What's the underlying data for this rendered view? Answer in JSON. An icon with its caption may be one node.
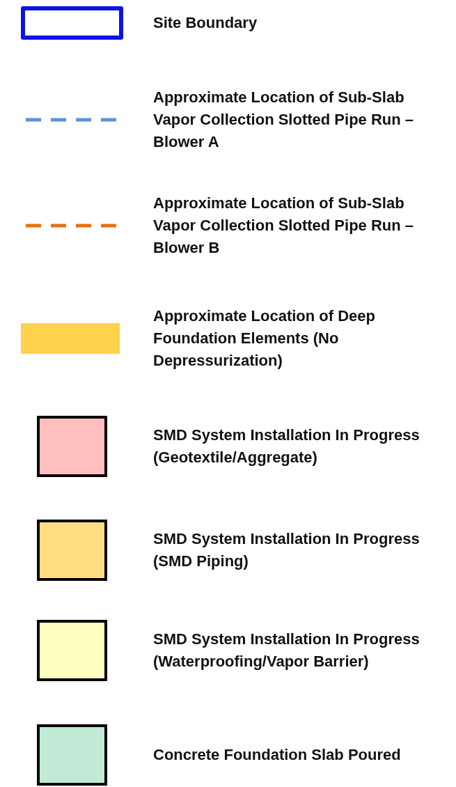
{
  "diagram": {
    "legend": [
      {
        "text": "Site Boundary"
      },
      {
        "text": "Approximate Location of Sub-Slab Vapor Collection Slotted Pipe Run – Blower A"
      },
      {
        "text": "Approximate Location of Sub-Slab Vapor Collection Slotted Pipe Run – Blower B"
      },
      {
        "text": "Approximate Location of Deep Foundation Elements (No Depressurization)",
        "color": "#ffd24d"
      },
      {
        "text": "SMD System Installation In Progress (Geotextile/Aggregate)",
        "color": "#ffbfbf"
      },
      {
        "text": "SMD System Installation In Progress (SMD Piping)",
        "color": "#ffdd80"
      },
      {
        "text": "SMD System Installation In Progress (Waterproofing/Vapor Barrier)",
        "color": "#ffffc0"
      },
      {
        "text": "Concrete Foundation Slab Poured",
        "color": "#c0ead5"
      }
    ]
  }
}
